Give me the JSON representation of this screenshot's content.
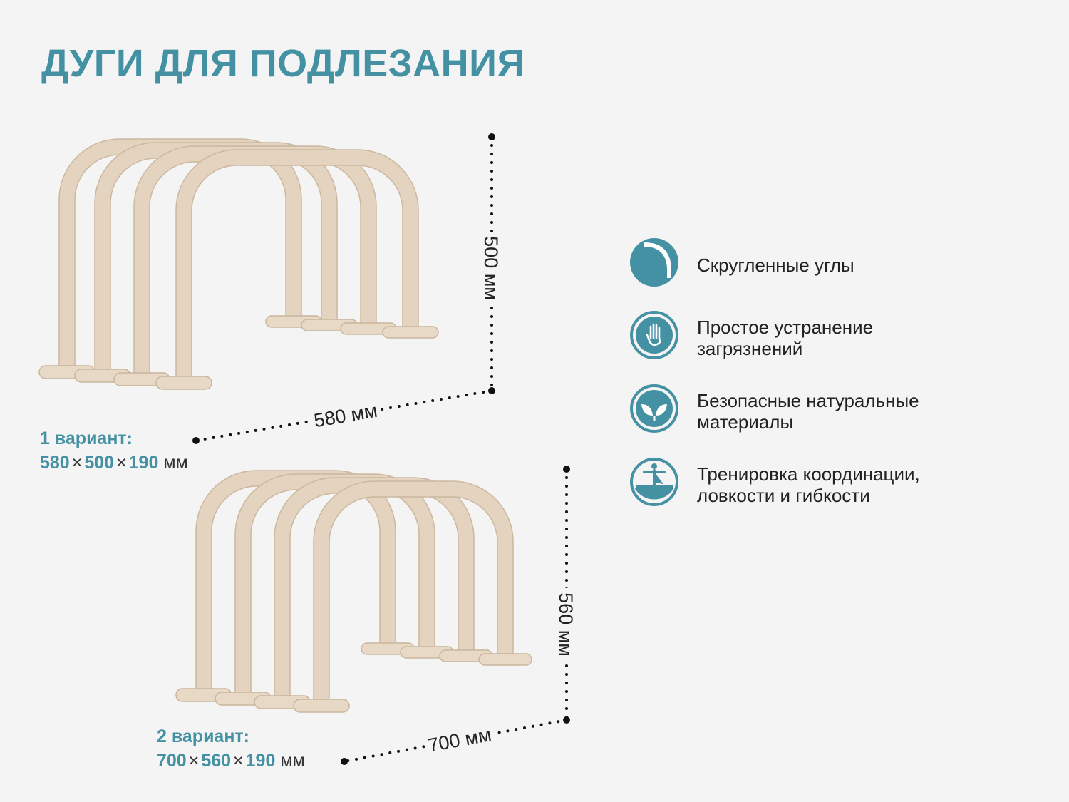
{
  "title": "ДУГИ ДЛЯ ПОДЛЕЗАНИЯ",
  "colors": {
    "accent": "#4591a4",
    "wood": "#e3d3bf",
    "wood_edge": "#cbb89f",
    "background": "#f4f4f4"
  },
  "variants": [
    {
      "label": "1 вариант:",
      "dims": [
        "580",
        "500",
        "190"
      ],
      "unit": "мм",
      "width_label": "580 мм",
      "height_label": "500 мм"
    },
    {
      "label": "2 вариант:",
      "dims": [
        "700",
        "560",
        "190"
      ],
      "unit": "мм",
      "width_label": "700 мм",
      "height_label": "560 мм"
    }
  ],
  "features": [
    {
      "icon": "rounded-corner-icon",
      "text": "Скругленные углы"
    },
    {
      "icon": "hand-cleaning-icon",
      "text": "Простое устранение\nзагрязнений"
    },
    {
      "icon": "leaf-icon",
      "text": "Безопасные натуральные\n материалы"
    },
    {
      "icon": "balance-figure-icon",
      "text": "Тренировка координации,\nловкости и гибкости"
    }
  ]
}
